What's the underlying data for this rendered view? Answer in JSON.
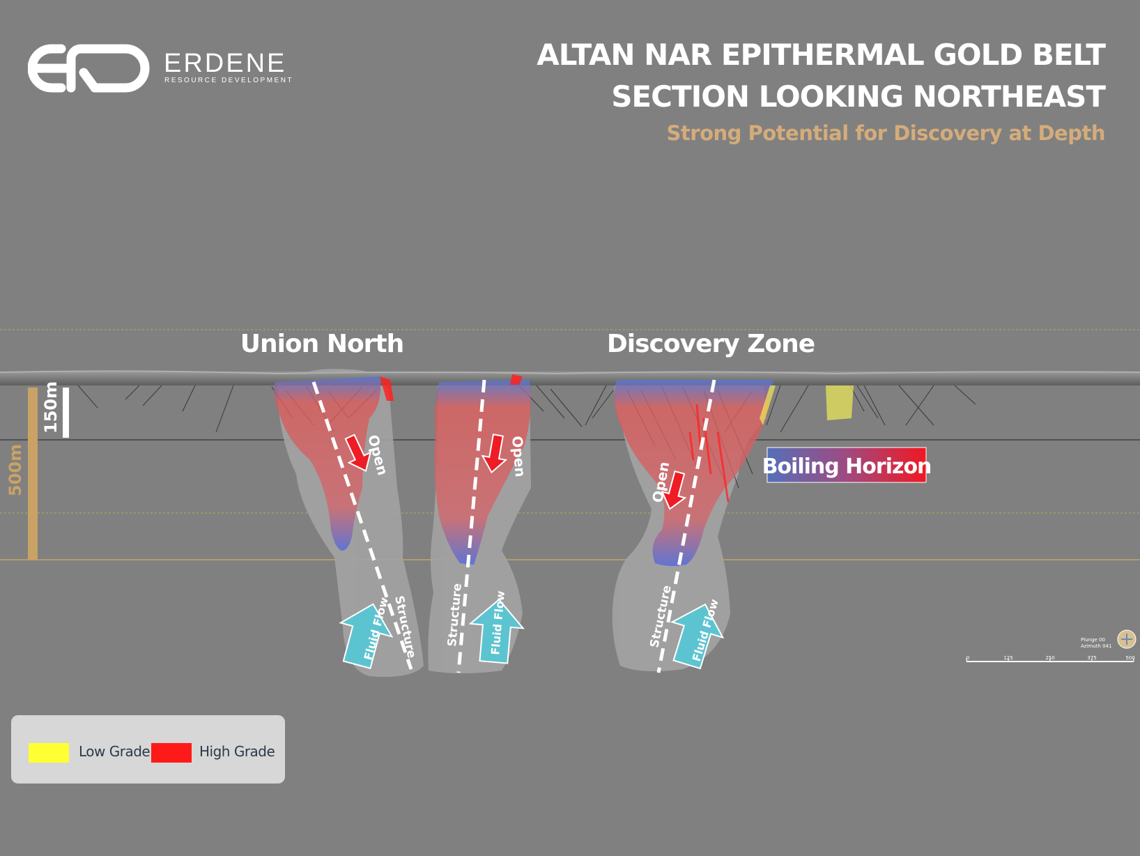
{
  "header": {
    "logo_mark": "ERD",
    "company_name": "ERDENE",
    "company_tagline": "RESOURCE DEVELOPMENT",
    "title_line1": "ALTAN NAR EPITHERMAL GOLD BELT",
    "title_line2": "SECTION LOOKING NORTHEAST",
    "subtitle": "Strong Potential for Discovery at Depth"
  },
  "section": {
    "zones": [
      "Union North",
      "Discovery Zone"
    ],
    "scale_150": "150m",
    "scale_500": "500m",
    "open_label": "Open",
    "structure_label": "Structure",
    "fluid_flow_label": "Fluid Flow",
    "boiling_horizon_label": "Boiling Horizon"
  },
  "orientation": {
    "plunge": "Plunge 00",
    "azimuth": "Azimuth 041",
    "scale_ticks": [
      "0",
      "125",
      "250",
      "375",
      "500"
    ]
  },
  "legend": {
    "items": [
      {
        "label": "Low Grade",
        "color": "#ffff33"
      },
      {
        "label": "High Grade",
        "color": "#ff1a1a"
      }
    ]
  },
  "colors": {
    "background": "#808080",
    "accent_tan": "#d4ac7a",
    "fluid_flow_arrow": "#5cc4d0",
    "open_arrow": "#ee1c24",
    "low_grade": "#ffff33",
    "high_grade": "#ff1a1a"
  }
}
